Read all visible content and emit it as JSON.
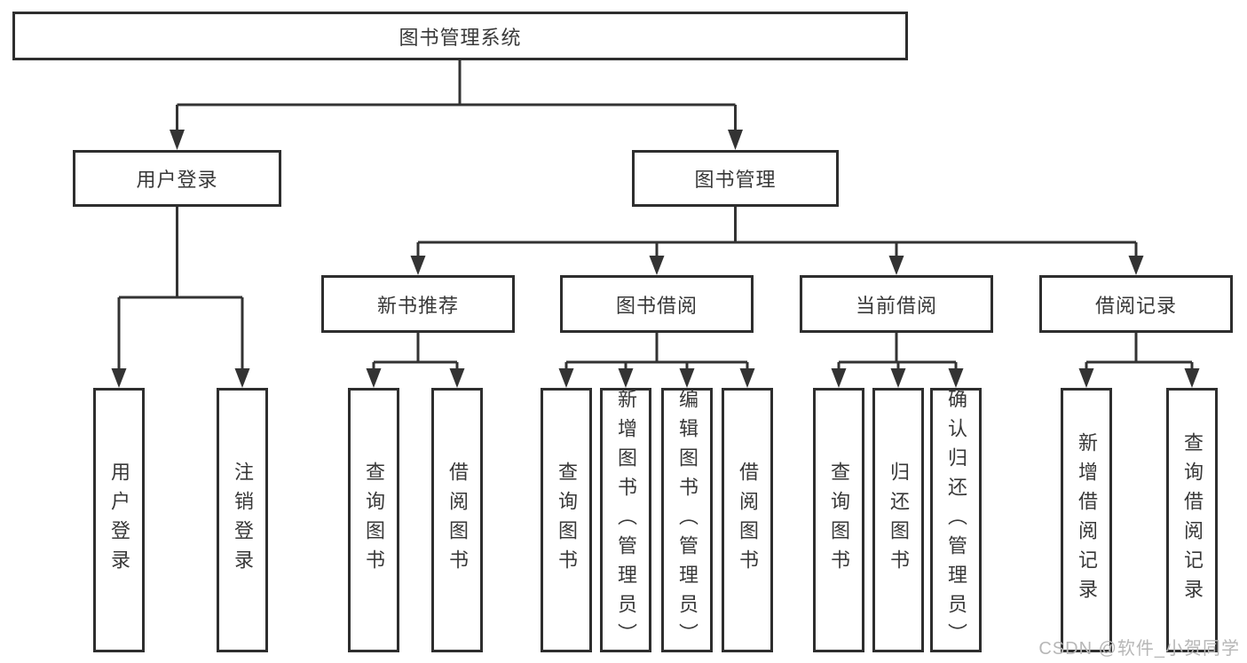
{
  "tree": {
    "root": {
      "label": "图书管理系统"
    },
    "branches": [
      {
        "label": "用户登录",
        "children": [
          {
            "label": "用户登录"
          },
          {
            "label": "注销登录"
          }
        ]
      },
      {
        "label": "图书管理",
        "children": [
          {
            "label": "新书推荐",
            "children": [
              {
                "label": "查询图书"
              },
              {
                "label": "借阅图书"
              }
            ]
          },
          {
            "label": "图书借阅",
            "children": [
              {
                "label": "查询图书"
              },
              {
                "label": "新增图书（管理员）"
              },
              {
                "label": "编辑图书（管理员）"
              },
              {
                "label": "借阅图书"
              }
            ]
          },
          {
            "label": "当前借阅",
            "children": [
              {
                "label": "查询图书"
              },
              {
                "label": "归还图书"
              },
              {
                "label": "确认归还（管理员）"
              }
            ]
          },
          {
            "label": "借阅记录",
            "children": [
              {
                "label": "新增借阅记录"
              },
              {
                "label": "查询借阅记录"
              }
            ]
          }
        ]
      }
    ]
  },
  "watermark": "CSDN @软件_小贺同学",
  "colors": {
    "line": "#333333",
    "box_border": "#2e2e2e",
    "text": "#383838",
    "watermark": "#b7b7b7",
    "background": "#ffffff"
  }
}
